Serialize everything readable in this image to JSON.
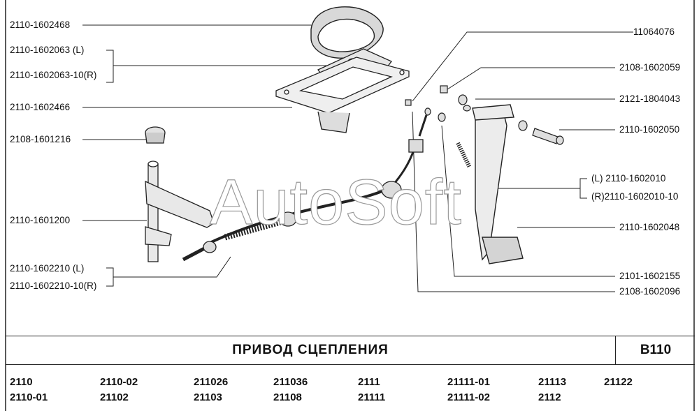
{
  "parts": {
    "p1": "2110-1602468",
    "p2_l": "2110-1602063     (L)",
    "p2_r": "2110-1602063-10(R)",
    "p3": "2110-1602466",
    "p4": "2108-1601216",
    "p5": "2110-1601200",
    "p6_l": "2110-1602210     (L)",
    "p6_r": "2110-1602210-10(R)",
    "q1": "11064076",
    "q2": "2108-1602059",
    "q3": "2121-1804043",
    "q4": "2110-1602050",
    "q5_l": "(L)    2110-1602010",
    "q5_r": "(R)2110-1602010-10",
    "q6": "2110-1602048",
    "q7": "2101-1602155",
    "q8": "2108-1602096"
  },
  "watermark": "AutoSoft",
  "title": "ПРИВОД   СЦЕПЛЕНИЯ",
  "code": "B110",
  "models": {
    "c1": [
      "2110",
      "2110-01"
    ],
    "c2": [
      "2110-02",
      "21102"
    ],
    "c3": [
      "211026",
      "21103"
    ],
    "c4": [
      "211036",
      "21108"
    ],
    "c5": [
      "2111",
      "21111"
    ],
    "c6": [
      "21111-01",
      "21111-02"
    ],
    "c7": [
      "21113",
      "2112"
    ],
    "c8": [
      "21122",
      ""
    ]
  }
}
